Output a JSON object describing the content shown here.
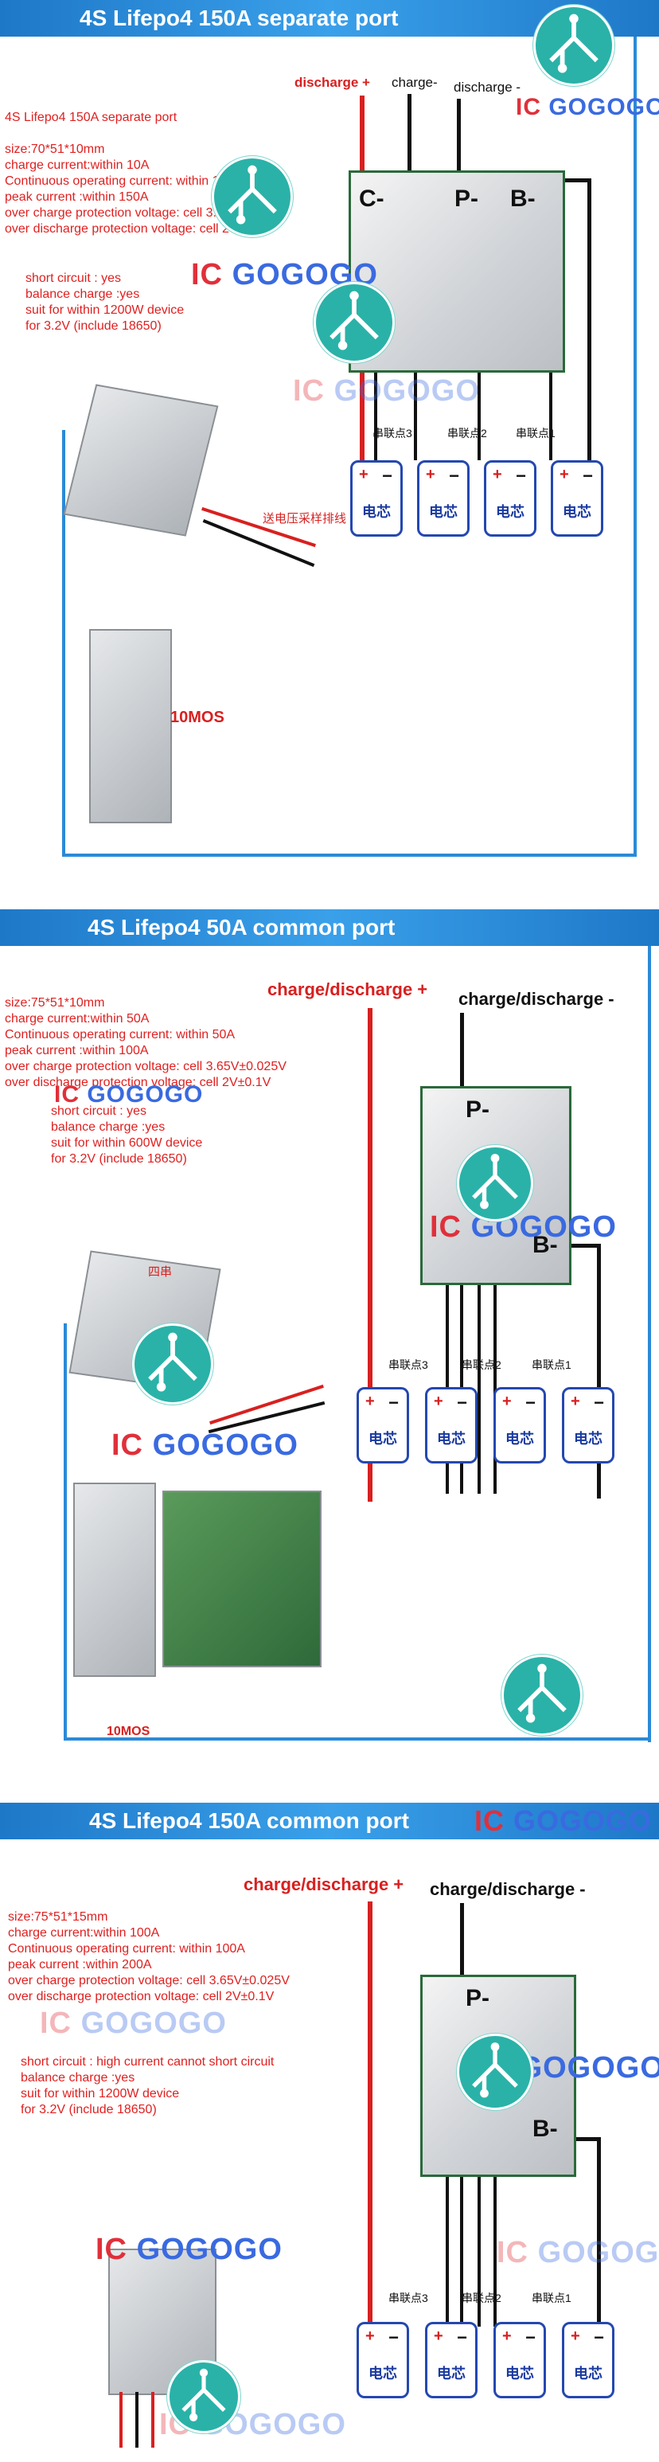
{
  "watermark": {
    "part_a": "IC ",
    "part_b": "GOGOGO"
  },
  "section1": {
    "title": "4S Lifepo4 150A separate port",
    "specs": [
      "4S Lifepo4 150A separate port",
      "",
      "size:70*51*10mm",
      "charge current:within 10A",
      "Continuous operating current: within 100A",
      "peak current :within 150A",
      "over charge protection voltage: cell 3.65V±0.025V",
      "over discharge protection voltage: cell 2V±0.1V"
    ],
    "specs2": [
      "short circuit : yes",
      "balance charge :yes",
      "suit for within 1200W device",
      "for 3.2V (include 18650)"
    ],
    "labels": {
      "discharge_pos": "discharge +",
      "charge_neg": "charge-",
      "discharge_neg": "discharge -"
    },
    "board_labels": [
      "C-",
      "P-",
      "B-"
    ],
    "nodes": [
      "串联点3",
      "串联点2",
      "串联点1"
    ],
    "cells": [
      "电芯",
      "电芯",
      "电芯",
      "电芯"
    ],
    "caption": "送电压采样排线",
    "mos": "10MOS"
  },
  "section2": {
    "title": "4S Lifepo4 50A common port",
    "specs": [
      "size:75*51*10mm",
      "charge current:within 50A",
      "Continuous operating current: within 50A",
      "peak current :within 100A",
      "over charge protection voltage: cell 3.65V±0.025V",
      "over discharge protection voltage: cell 2V±0.1V"
    ],
    "specs2": [
      "short circuit : yes",
      "balance charge :yes",
      "suit for within 600W device",
      "for 3.2V (include 18650)"
    ],
    "labels": {
      "pos": "charge/discharge +",
      "neg": "charge/discharge -"
    },
    "board_labels": [
      "P-",
      "B-"
    ],
    "nodes": [
      "串联点3",
      "串联点2",
      "串联点1"
    ],
    "cells": [
      "电芯",
      "电芯",
      "电芯",
      "电芯"
    ],
    "caption": "四串",
    "mos": "10MOS"
  },
  "section3": {
    "title": "4S Lifepo4 150A common port",
    "specs": [
      "size:75*51*15mm",
      "charge current:within 100A",
      "Continuous operating current: within 100A",
      "peak current :within 200A",
      "over charge protection voltage: cell 3.65V±0.025V",
      "over discharge protection voltage: cell 2V±0.1V"
    ],
    "specs2": [
      "short circuit : high current cannot short circuit",
      "balance charge :yes",
      "suit for within 1200W device",
      "for 3.2V (include 18650)"
    ],
    "labels": {
      "pos": "charge/discharge +",
      "neg": "charge/discharge -"
    },
    "board_labels": [
      "P-",
      "B-"
    ],
    "nodes": [
      "串联点3",
      "串联点2",
      "串联点1"
    ],
    "cells": [
      "电芯",
      "电芯",
      "电芯",
      "电芯"
    ]
  }
}
